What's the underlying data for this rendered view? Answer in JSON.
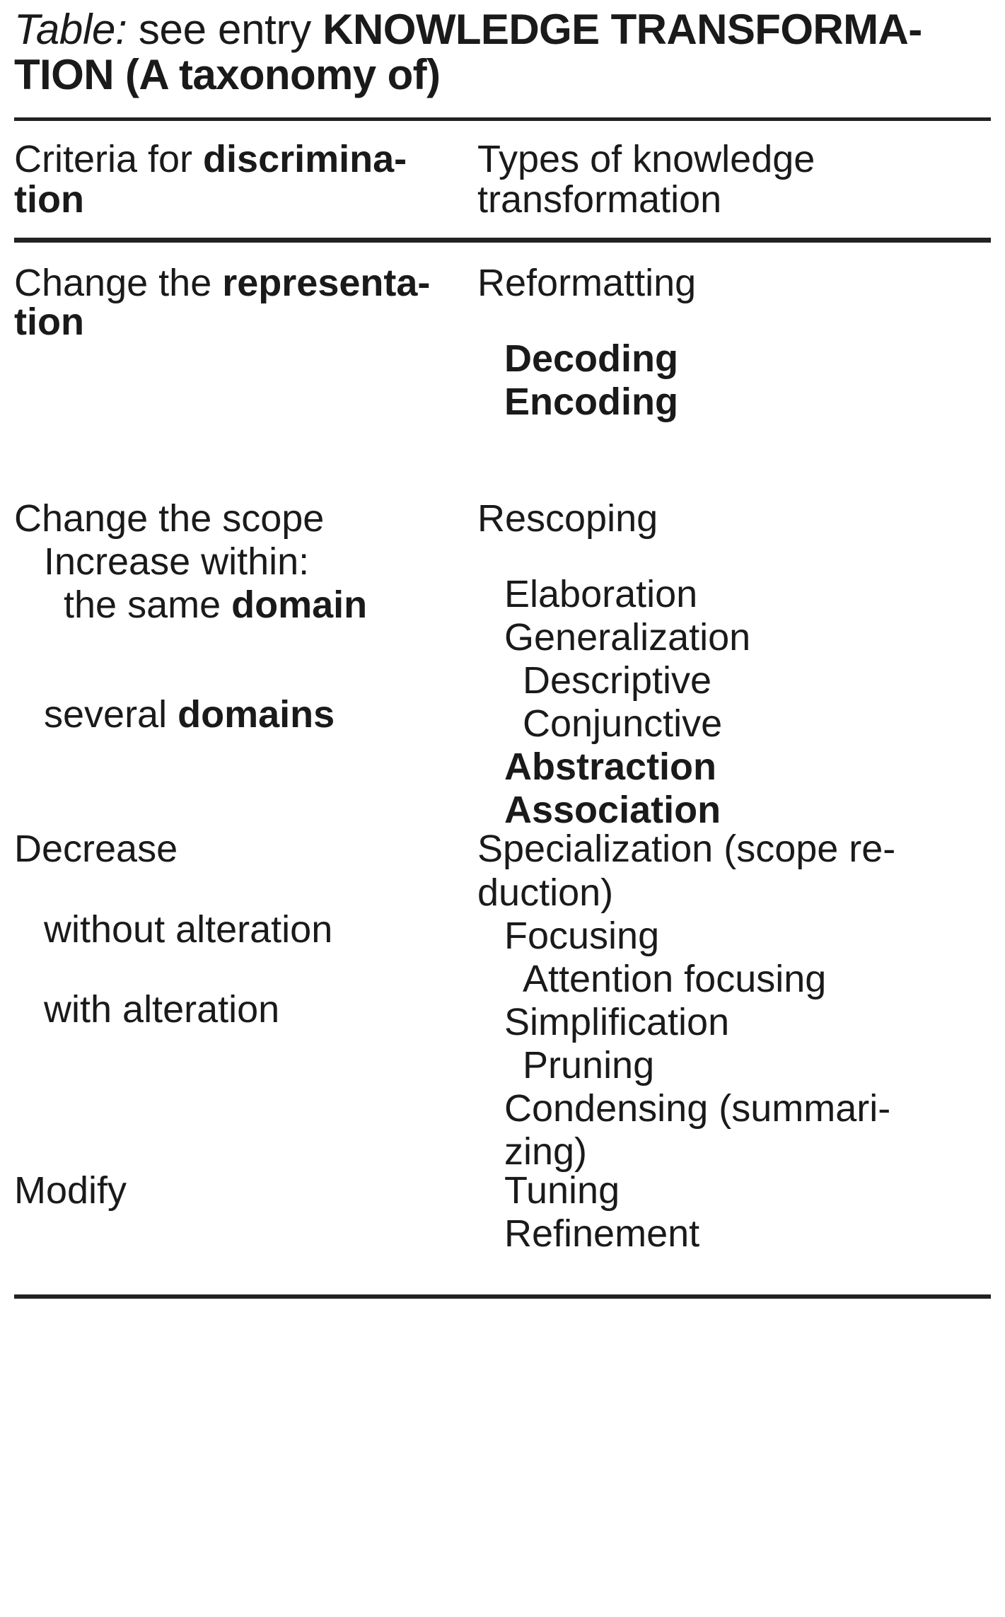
{
  "caption": {
    "label": "Table:",
    "lead": " see entry ",
    "entry": "KNOWLEDGE TRANSFORMA-TION (A taxonomy of)"
  },
  "header": {
    "left_line1_plain": "Criteria for ",
    "left_line1_bold": "discrimina-",
    "left_line2_bold": "tion",
    "right_line1": "Types of knowledge",
    "right_line2": "transformation"
  },
  "rows": [
    {
      "left": [
        {
          "text": "Change the ",
          "bold_text": "representa-",
          "indent": 0
        },
        {
          "bold_text": "tion",
          "indent": 0
        }
      ],
      "right": [
        {
          "text": "Reformatting",
          "indent": 0,
          "bold": false
        },
        {
          "text": "Decoding",
          "indent": 1,
          "bold": true
        },
        {
          "text": "Encoding",
          "indent": 1,
          "bold": true
        }
      ]
    },
    {
      "left": [
        {
          "text": "Change the scope",
          "indent": 0
        },
        {
          "text": "Increase within:",
          "indent": 1
        },
        {
          "text": "the same ",
          "bold_text": "domain",
          "indent": 2
        },
        {
          "text": "several ",
          "bold_text": "domains",
          "indent": 1
        }
      ],
      "right": [
        {
          "text": "Rescoping",
          "indent": 0,
          "bold": false
        },
        {
          "text": "Elaboration",
          "indent": 1,
          "bold": false
        },
        {
          "text": "Generalization",
          "indent": 1,
          "bold": false
        },
        {
          "text": "Descriptive",
          "indent": 2,
          "bold": false
        },
        {
          "text": "Conjunctive",
          "indent": 2,
          "bold": false
        },
        {
          "text": "Abstraction",
          "indent": 1,
          "bold": true
        },
        {
          "text": "Association",
          "indent": 1,
          "bold": true
        }
      ]
    },
    {
      "left": [
        {
          "text": "Decrease",
          "indent": 0
        },
        {
          "text": "without alteration",
          "indent": 1
        },
        {
          "text": "with alteration",
          "indent": 1
        }
      ],
      "right": [
        {
          "text": "Specialization (scope re-",
          "indent": 0,
          "bold": false
        },
        {
          "text": "duction)",
          "indent": 0,
          "bold": false
        },
        {
          "text": "Focusing",
          "indent": 1,
          "bold": false
        },
        {
          "text": "Attention focusing",
          "indent": 2,
          "bold": false
        },
        {
          "text": "Simplification",
          "indent": 1,
          "bold": false
        },
        {
          "text": "Pruning",
          "indent": 2,
          "bold": false
        },
        {
          "text": "Condensing (summari-",
          "indent": 1,
          "bold": false
        },
        {
          "text": "zing)",
          "indent": 1,
          "bold": false
        }
      ]
    },
    {
      "left": [
        {
          "text": "Modify",
          "indent": 0
        }
      ],
      "right": [
        {
          "text": "Tuning",
          "indent": 1,
          "bold": false
        },
        {
          "text": "Refinement",
          "indent": 1,
          "bold": false
        }
      ]
    }
  ]
}
